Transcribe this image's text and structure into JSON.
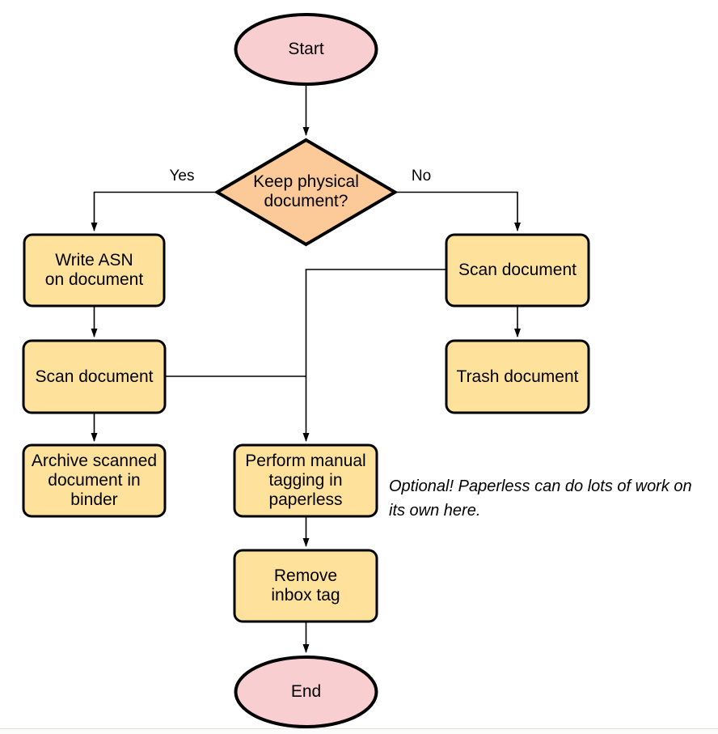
{
  "diagram_type": "flowchart",
  "colors": {
    "terminal_fill": "#F8CED1",
    "decision_fill": "#FCCA99",
    "process_fill": "#FEE29B",
    "stroke": "#000000"
  },
  "nodes": {
    "start": {
      "label": "Start",
      "type": "terminal"
    },
    "decision": {
      "label": "Keep physical\ndocument?",
      "type": "decision"
    },
    "write_asn": {
      "label": "Write ASN\non document",
      "type": "process"
    },
    "scan_left": {
      "label": "Scan document",
      "type": "process"
    },
    "archive": {
      "label": "Archive scanned\ndocument in\nbinder",
      "type": "process"
    },
    "scan_right": {
      "label": "Scan document",
      "type": "process"
    },
    "trash": {
      "label": "Trash document",
      "type": "process"
    },
    "tagging": {
      "label": "Perform manual\ntagging in\npaperless",
      "type": "process"
    },
    "remove_tag": {
      "label": "Remove\ninbox tag",
      "type": "process"
    },
    "end": {
      "label": "End",
      "type": "terminal"
    }
  },
  "edge_labels": {
    "yes": "Yes",
    "no": "No"
  },
  "annotation": {
    "text": "Optional! Paperless can do lots of work on\nits own here."
  }
}
